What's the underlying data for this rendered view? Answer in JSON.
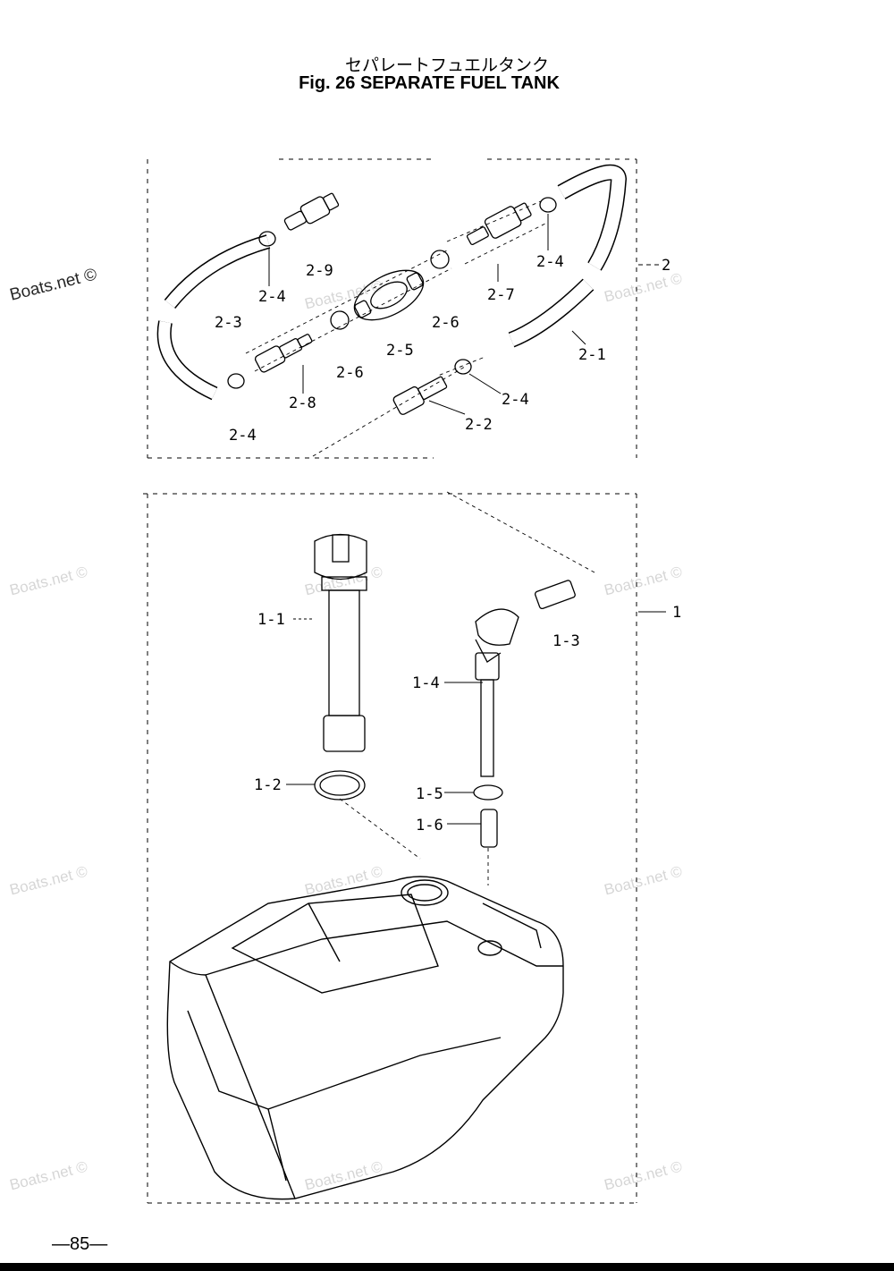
{
  "title_jp": "セパレートフュエルタンク",
  "title_en": "Fig. 26   SEPARATE FUEL TANK",
  "watermark": "Boats.net ©",
  "page_number": "—85—",
  "callouts": {
    "c2": "2",
    "c2_1": "2-1",
    "c2_2": "2-2",
    "c2_3": "2-3",
    "c2_4a": "2-4",
    "c2_4b": "2-4",
    "c2_4c": "2-4",
    "c2_4d": "2-4",
    "c2_5": "2-5",
    "c2_6a": "2-6",
    "c2_6b": "2-6",
    "c2_7": "2-7",
    "c2_8": "2-8",
    "c2_9": "2-9",
    "c1": "1",
    "c1_1": "1-1",
    "c1_2": "1-2",
    "c1_3": "1-3",
    "c1_4": "1-4",
    "c1_5": "1-5",
    "c1_6": "1-6"
  }
}
